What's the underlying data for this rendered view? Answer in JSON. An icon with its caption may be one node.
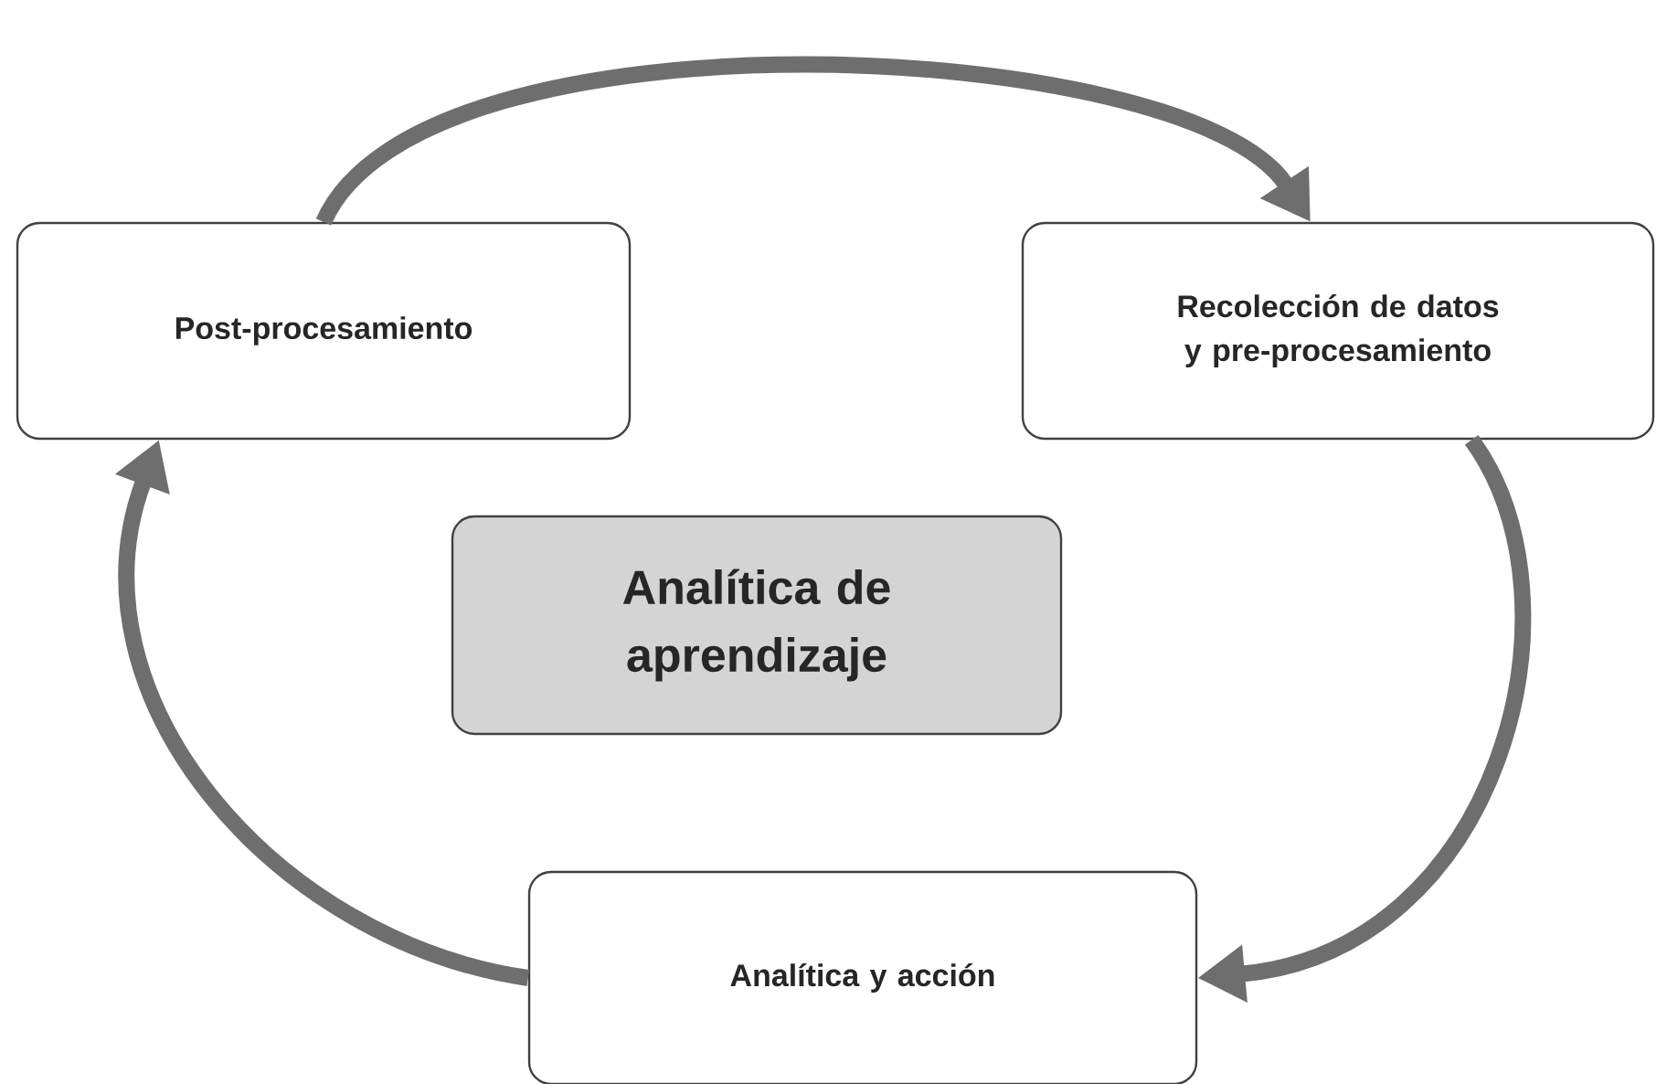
{
  "diagram": {
    "nodes": [
      {
        "text": [
          "Post-procesamiento"
        ]
      },
      {
        "text": [
          "Recolección de datos y pre-procesamiento"
        ]
      },
      {
        "text": [
          "Analítica de aprendizaje"
        ]
      },
      {
        "text": [
          "Analítica y acción"
        ]
      }
    ],
    "edges": [
      {
        "from": 0,
        "to": 1,
        "arrow": "to"
      },
      {
        "from": 1,
        "to": 3,
        "arrow": "to"
      },
      {
        "from": 3,
        "to": 0,
        "arrow": "to"
      }
    ]
  }
}
